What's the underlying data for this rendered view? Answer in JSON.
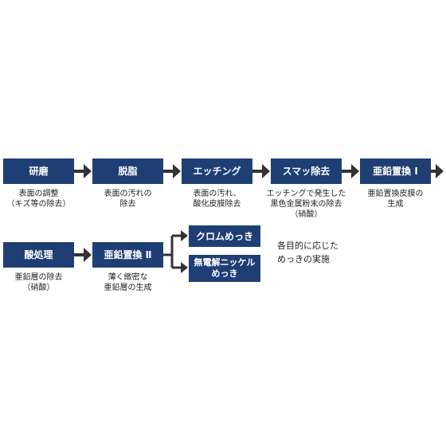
{
  "row1": [
    {
      "label": "研磨",
      "caption": "表面の調整\n（キズ等の除去）"
    },
    {
      "label": "脱脂",
      "caption": "表面の汚れの\n除去"
    },
    {
      "label": "エッチング",
      "caption": "表面の汚れ、\n酸化皮膜除去"
    },
    {
      "label": "スマッ除去",
      "caption": "エッチングで発生した\n黒色金属粉末の除去\n（硝酸）"
    },
    {
      "label": "亜鉛置換 Ⅰ",
      "caption": "亜鉛置換皮膜の\n生成"
    }
  ],
  "row2": [
    {
      "label": "酸処理",
      "caption": "亜鉛層の除去\n（硝酸）"
    },
    {
      "label": "亜鉛置換 Ⅱ",
      "caption": "薄く緻密な\n亜鉛層の生成"
    }
  ],
  "branches": [
    {
      "label": "クロムめっき"
    },
    {
      "label": "無電解ニッケル\nめっき"
    }
  ],
  "note": "各目的に応じた\nめっきの実施",
  "colors": {
    "box": "#1f3f74",
    "arrow": "#333333"
  }
}
